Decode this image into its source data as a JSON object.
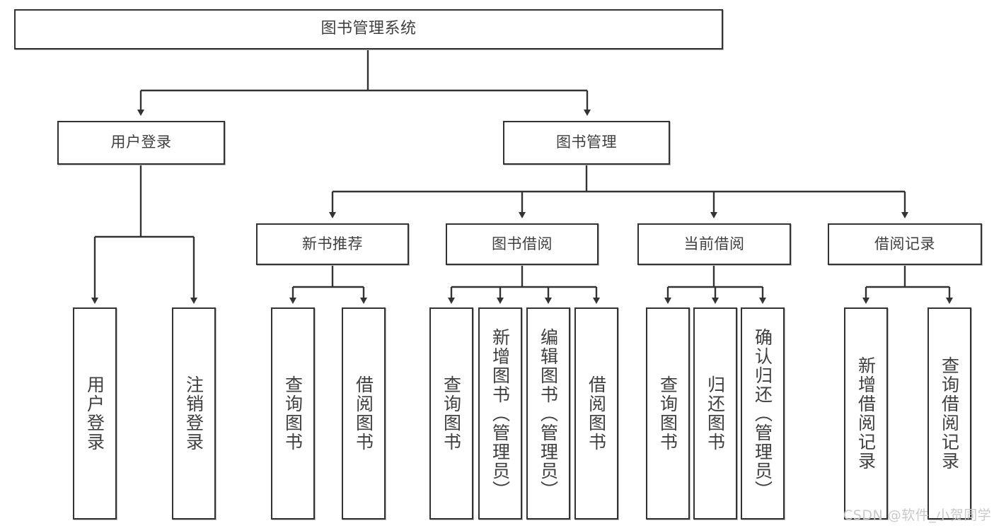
{
  "diagram": {
    "title": "图书管理系统",
    "root": {
      "label": "图书管理系统"
    },
    "level1": [
      {
        "label": "用户登录"
      },
      {
        "label": "图书管理"
      }
    ],
    "level2": [
      {
        "label": "新书推荐"
      },
      {
        "label": "图书借阅"
      },
      {
        "label": "当前借阅"
      },
      {
        "label": "借阅记录"
      }
    ],
    "leaves": {
      "user_login": [
        {
          "label": "用户登录"
        },
        {
          "label": "注销登录"
        }
      ],
      "new_book_recommend": [
        {
          "label": "查询图书"
        },
        {
          "label": "借阅图书"
        }
      ],
      "book_borrow": [
        {
          "label": "查询图书"
        },
        {
          "label": "新增图书（管理员）"
        },
        {
          "label": "编辑图书（管理员）"
        },
        {
          "label": "借阅图书"
        }
      ],
      "current_borrow": [
        {
          "label": "查询图书"
        },
        {
          "label": "归还图书"
        },
        {
          "label": "确认归还（管理员）"
        }
      ],
      "borrow_record": [
        {
          "label": "新增借阅记录"
        },
        {
          "label": "查询借阅记录"
        }
      ]
    },
    "watermark": "CSDN @软件_小贺同学",
    "colors": {
      "stroke": "#333333",
      "text": "#3f3f3f",
      "background": "#ffffff",
      "watermark": "#c9c9c9"
    }
  }
}
